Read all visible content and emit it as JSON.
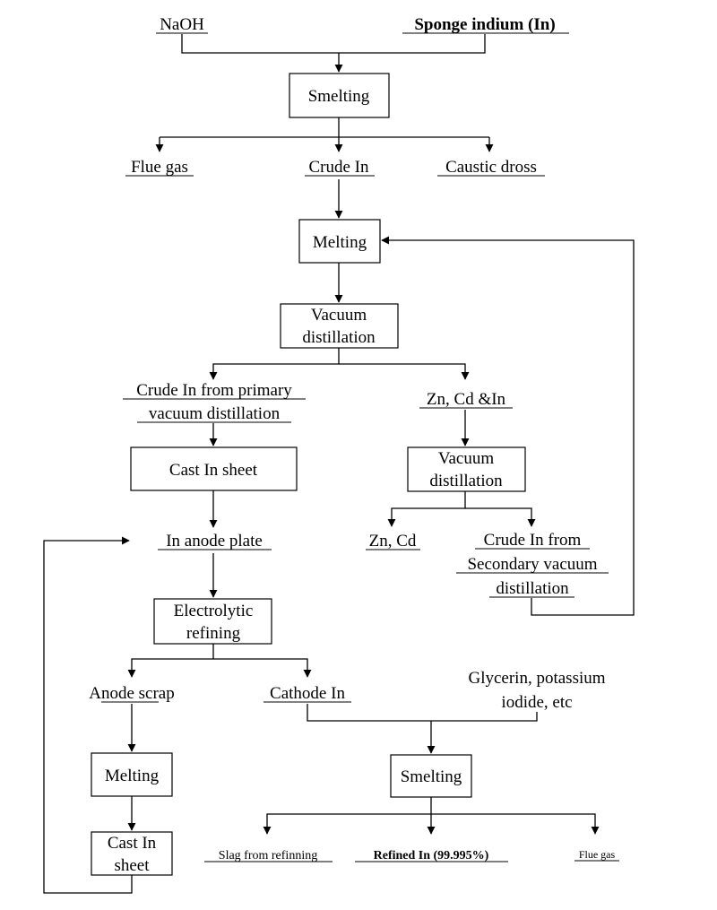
{
  "inputs": {
    "naoh": "NaOH",
    "sponge_indium": "Sponge indium (In)",
    "glycerin_line1": "Glycerin, potassium",
    "glycerin_line2": "iodide, etc"
  },
  "processes": {
    "smelting_1": "Smelting",
    "melting_1": "Melting",
    "vacuum_distillation_1_line1": "Vacuum",
    "vacuum_distillation_1_line2": "distillation",
    "cast_in_sheet_1": "Cast In sheet",
    "vacuum_distillation_2_line1": "Vacuum",
    "vacuum_distillation_2_line2": "distillation",
    "electrolytic_refining_line1": "Electrolytic",
    "electrolytic_refining_line2": "refining",
    "melting_2": "Melting",
    "cast_in_sheet_2_line1": "Cast In",
    "cast_in_sheet_2_line2": "sheet",
    "smelting_2": "Smelting"
  },
  "products": {
    "flue_gas_1": "Flue gas",
    "crude_in": "Crude In",
    "caustic_dross": "Caustic dross",
    "crude_in_primary_line1": "Crude In from primary",
    "crude_in_primary_line2": "vacuum distillation",
    "zn_cd_in": "Zn, Cd &In",
    "in_anode_plate": "In anode plate",
    "zn_cd": "Zn, Cd",
    "crude_in_secondary_line1": "Crude In from",
    "crude_in_secondary_line2": "Secondary vacuum",
    "crude_in_secondary_line3": "distillation",
    "anode_scrap": "Anode scrap",
    "cathode_in": "Cathode In",
    "slag": "Slag from refinning",
    "refined_in": "Refined In (99.995%)",
    "flue_gas_2": "Flue gas"
  }
}
